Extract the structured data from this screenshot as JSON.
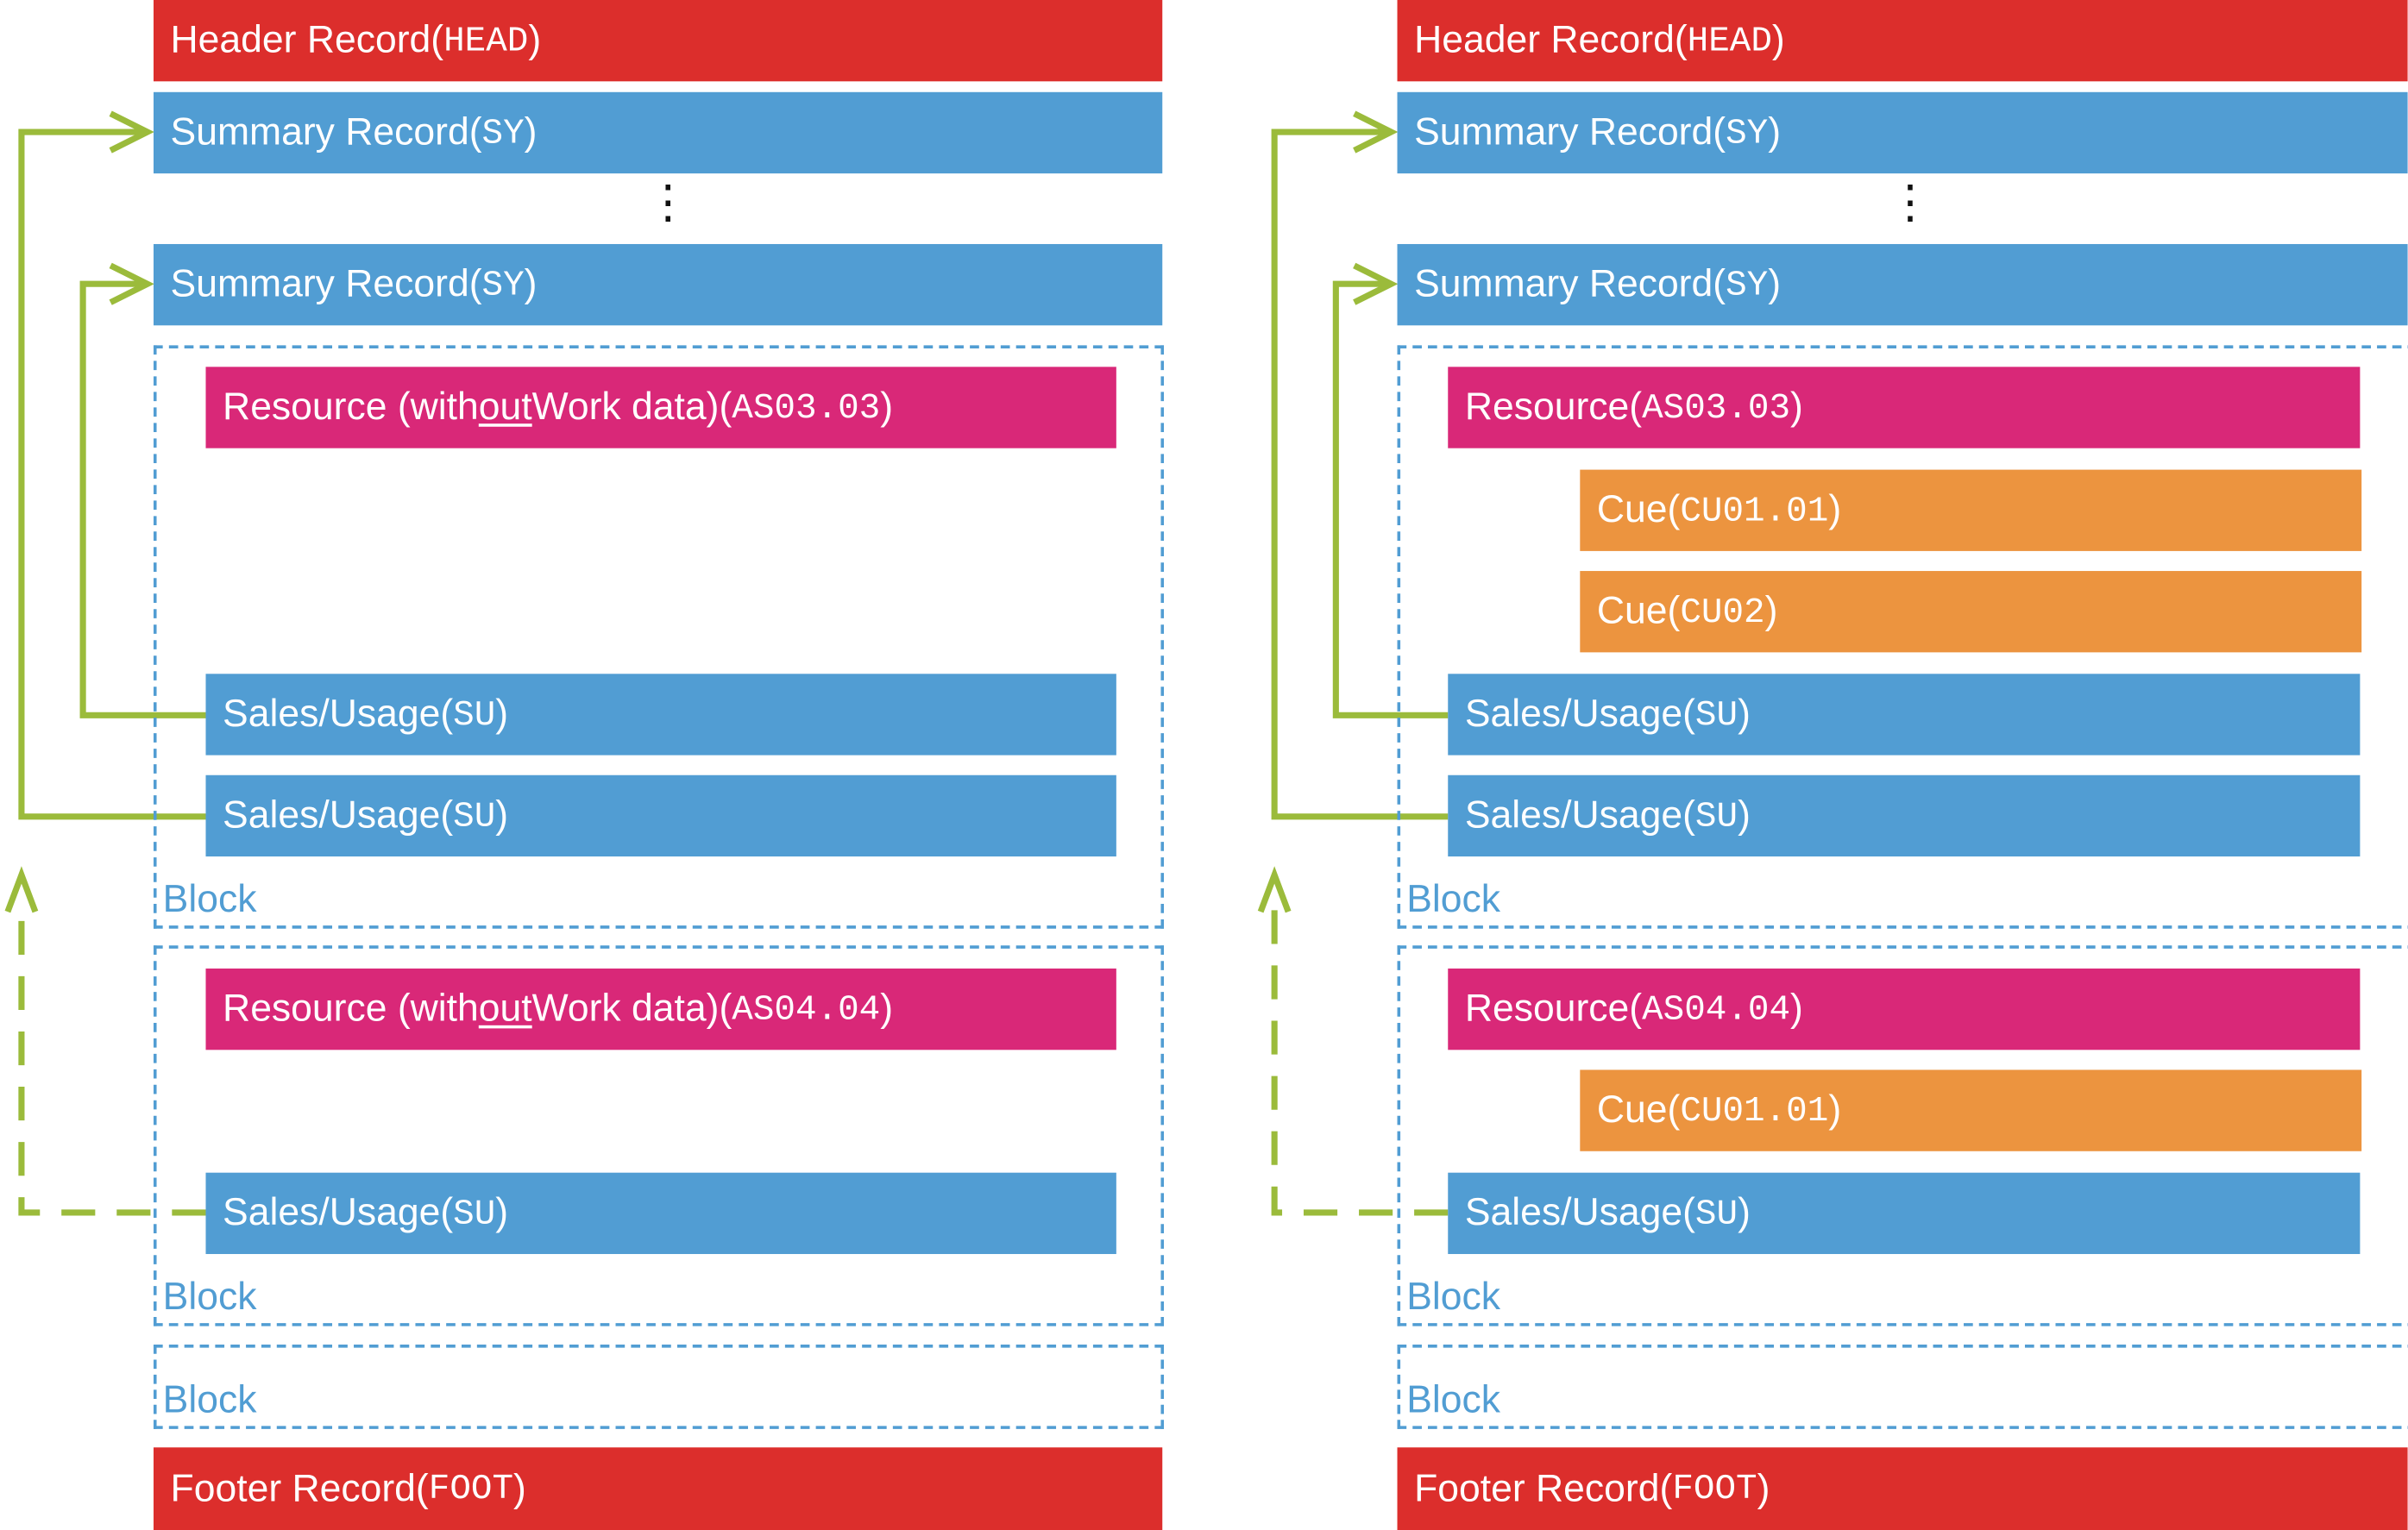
{
  "left": {
    "header": {
      "text": "Header Record ",
      "code": "HEAD"
    },
    "summary_1": {
      "text": "Summary Record ",
      "code": "SY"
    },
    "summary_2": {
      "text": "Summary Record ",
      "code": "SY"
    },
    "ellipsis": "⋮",
    "block_1": {
      "resource": {
        "pre": "Resource (with",
        "underlined": "out",
        "post": " Work data) ",
        "code": "AS03.03"
      },
      "sales_1": {
        "text": "Sales/Usage ",
        "code": "SU"
      },
      "sales_2": {
        "text": "Sales/Usage ",
        "code": "SU"
      },
      "label": "Block"
    },
    "block_2": {
      "resource": {
        "pre": "Resource (with",
        "underlined": "out",
        "post": " Work data) ",
        "code": "AS04.04"
      },
      "sales_1": {
        "text": "Sales/Usage ",
        "code": "SU"
      },
      "label": "Block"
    },
    "block_3": {
      "label": "Block"
    },
    "footer": {
      "text": "Footer Record ",
      "code": "FOOT"
    }
  },
  "right": {
    "header": {
      "text": "Header Record ",
      "code": "HEAD"
    },
    "summary_1": {
      "text": "Summary Record ",
      "code": "SY"
    },
    "summary_2": {
      "text": "Summary Record ",
      "code": "SY"
    },
    "ellipsis": "⋮",
    "block_1": {
      "resource": {
        "text": "Resource ",
        "code": "AS03.03"
      },
      "cue_1": {
        "text": "Cue ",
        "code": "CU01.01"
      },
      "cue_2": {
        "text": "Cue ",
        "code": "CU02"
      },
      "sales_1": {
        "text": "Sales/Usage ",
        "code": "SU"
      },
      "sales_2": {
        "text": "Sales/Usage ",
        "code": "SU"
      },
      "label": "Block"
    },
    "block_2": {
      "resource": {
        "text": "Resource ",
        "code": "AS04.04"
      },
      "cue_1": {
        "text": "Cue ",
        "code": "CU01.01"
      },
      "sales_1": {
        "text": "Sales/Usage ",
        "code": "SU"
      },
      "label": "Block"
    },
    "block_3": {
      "label": "Block"
    },
    "footer": {
      "text": "Footer Record ",
      "code": "FOOT"
    }
  },
  "colors": {
    "header_footer": "#dc2e2c",
    "summary_sales": "#519dd3",
    "resource": "#d92878",
    "cue": "#ec943f",
    "link_arrow": "#9bbb3b",
    "block_border": "#519dd3"
  }
}
